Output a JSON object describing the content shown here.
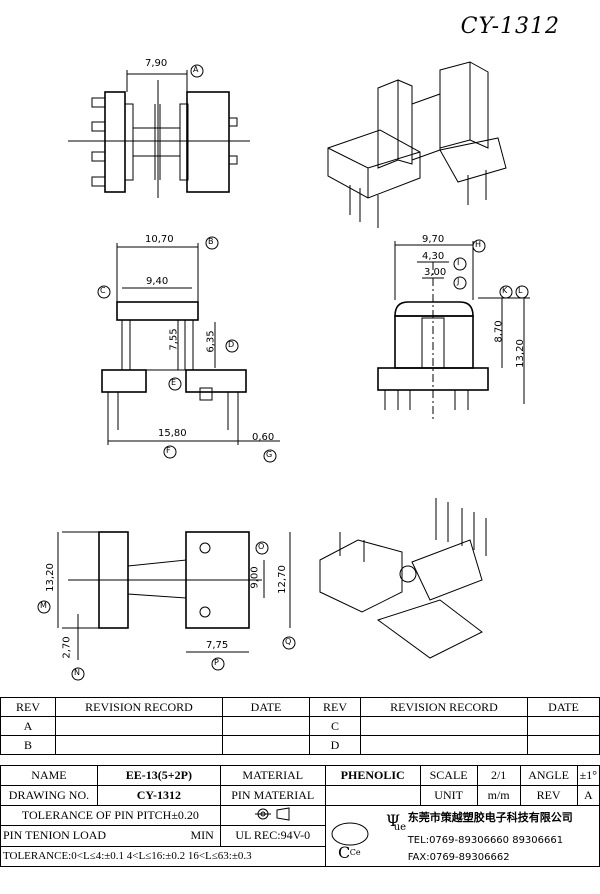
{
  "drawing": {
    "part_no": "CY-1312",
    "dims": {
      "d790": "7,90",
      "d1070": "10,70",
      "d940": "9,40",
      "d755": "7,55",
      "d635": "6,35",
      "d1580": "15,80",
      "d060": "0,60",
      "d970": "9,70",
      "d430": "4,30",
      "d300": "3,00",
      "d870": "8,70",
      "d1320a": "13,20",
      "d1320b": "13,20",
      "d270": "2,70",
      "d900": "9,00",
      "d1270": "12,70",
      "d775": "7,75"
    },
    "callouts": [
      "A",
      "B",
      "C",
      "D",
      "E",
      "F",
      "G",
      "H",
      "I",
      "J",
      "K",
      "L",
      "M",
      "N",
      "O",
      "P",
      "Q"
    ]
  },
  "revisions": {
    "headers": {
      "rev": "REV",
      "record": "REVISION RECORD",
      "date": "DATE"
    },
    "rows": [
      [
        "A",
        "C"
      ],
      [
        "B",
        "D"
      ]
    ]
  },
  "info": {
    "name_label": "NAME",
    "name_value": "EE-13(5+2P)",
    "material_label": "MATERIAL",
    "material_value": "PHENOLIC",
    "scale_label": "SCALE",
    "scale_value": "2/1",
    "angle_label": "ANGLE",
    "angle_value": "±1°",
    "drawing_label": "DRAWING NO.",
    "drawing_value": "CY-1312",
    "pin_material_label": "PIN MATERIAL",
    "unit_label": "UNIT",
    "unit_value": "m/m",
    "rev_label": "REV",
    "rev_value": "A",
    "tolerance_pitch": "TOLERANCE OF PIN PITCH±0.20",
    "tenion_label": "PIN TENION LOAD",
    "tenion_min": "MIN",
    "ul_rec": "UL REC:94V-0",
    "tolerance_general": "TOLERANCE:0<L≤4:±0.1  4<L≤16:±0.2  16<L≤63:±0.3",
    "company": "东莞市策越塑胶电子科技有限公司",
    "tel": "TEL:0769-89306660 89306661",
    "fax": "FAX:0769-89306662",
    "logo_text": "ue",
    "logo_sub": "Ce"
  }
}
